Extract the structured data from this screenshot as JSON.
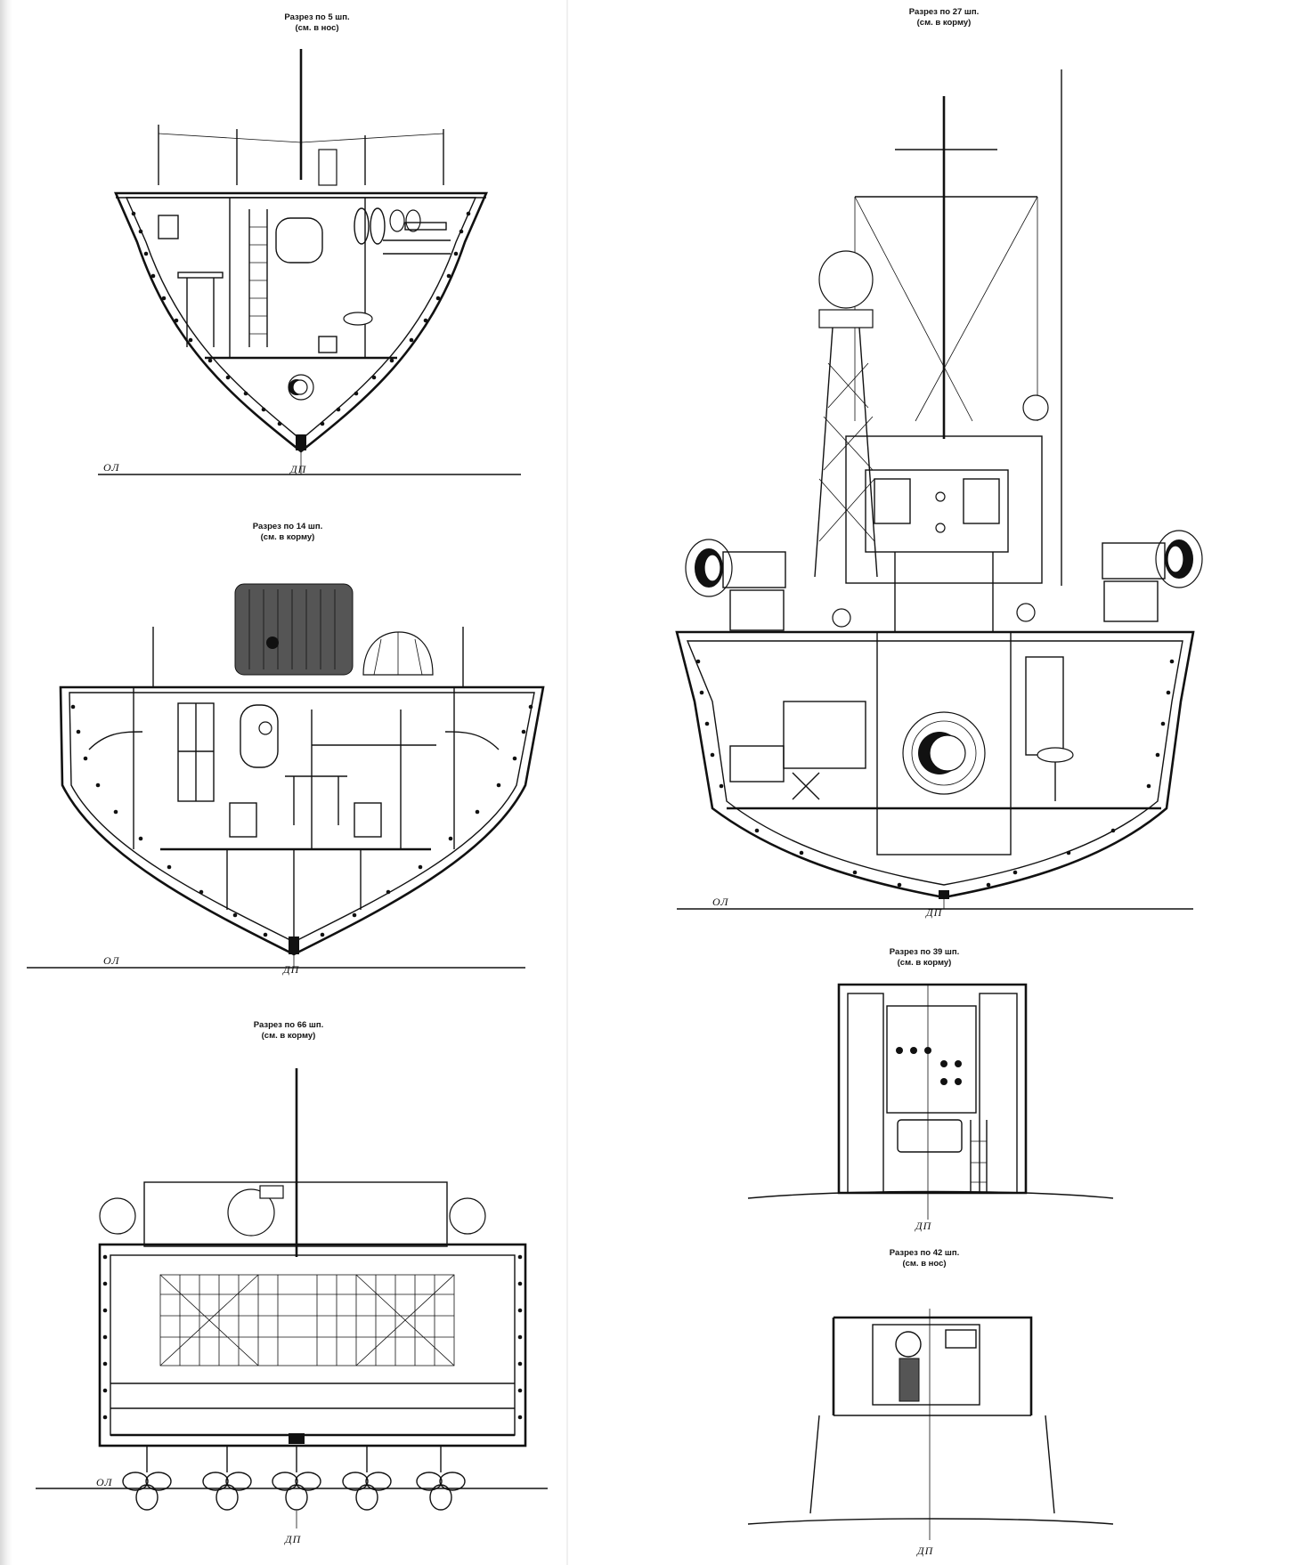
{
  "sections": [
    {
      "id": "frame5",
      "title": "Разрез по 5 шп.",
      "subtitle": "(см. в нос)",
      "baseline_label": "ОЛ",
      "centerline_label": "ДП"
    },
    {
      "id": "frame14",
      "title": "Разрез по 14 шп.",
      "subtitle": "(см. в корму)",
      "baseline_label": "ОЛ",
      "centerline_label": "ДП"
    },
    {
      "id": "frame66",
      "title": "Разрез по 66 шп.",
      "subtitle": "(см. в корму)",
      "baseline_label": "ОЛ",
      "centerline_label": "ДП"
    },
    {
      "id": "frame27",
      "title": "Разрез по 27 шп.",
      "subtitle": "(см. в корму)",
      "baseline_label": "ОЛ",
      "centerline_label": "ДП"
    },
    {
      "id": "frame39",
      "title": "Разрез по 39 шп.",
      "subtitle": "(см. в корму)",
      "centerline_label": "ДП"
    },
    {
      "id": "frame42",
      "title": "Разрез по 42 шп.",
      "subtitle": "(см. в нос)",
      "centerline_label": "ДП"
    }
  ]
}
